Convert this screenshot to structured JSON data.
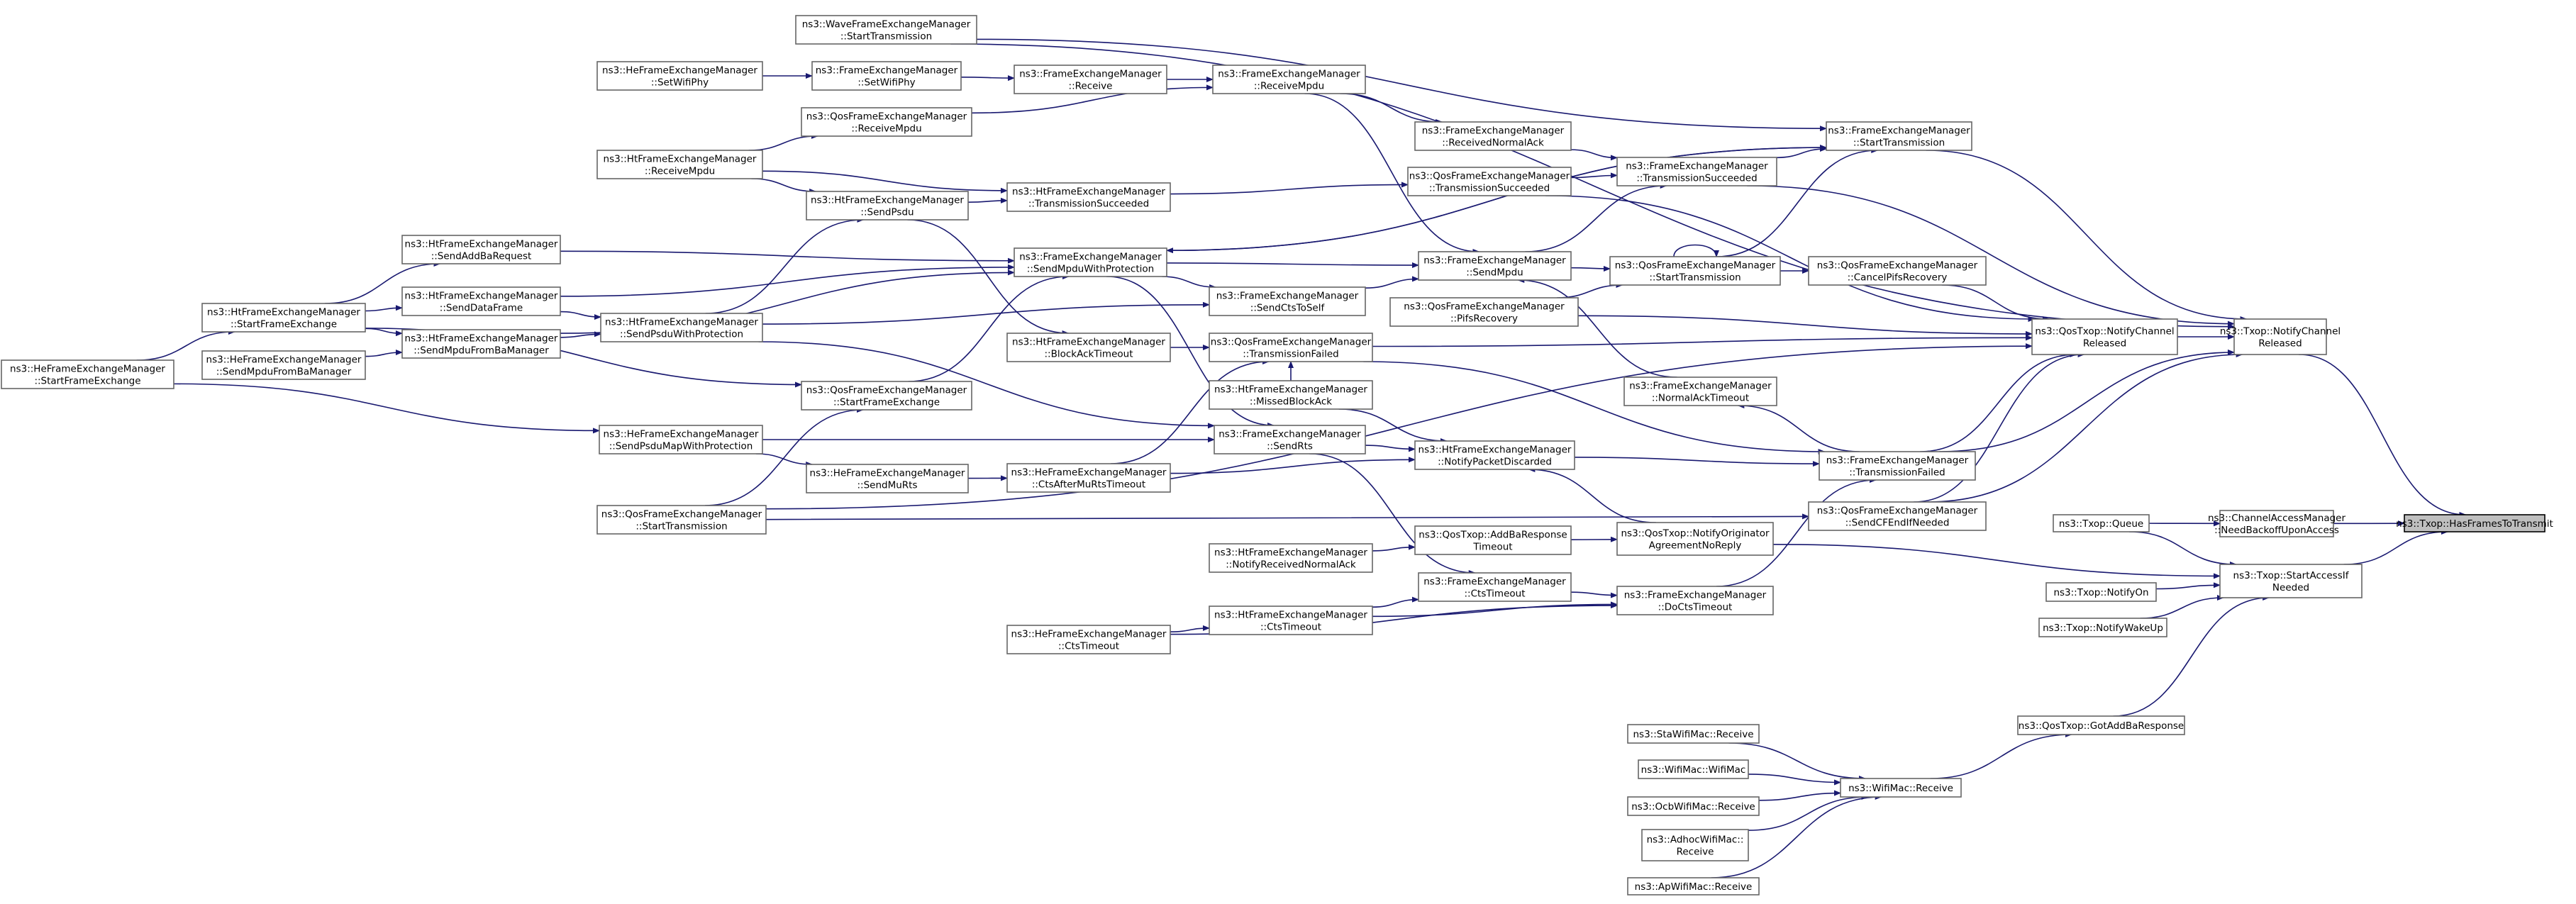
{
  "graph": {
    "title": "",
    "colors": {
      "edge": "#191970",
      "node_border": "#666666",
      "highlight_fill": "#bfbfbf"
    },
    "nodes": [
      {
        "id": "hasFrames",
        "lines": [
          "ns3::Txop::HasFramesToTransmit"
        ],
        "highlight": true
      },
      {
        "id": "notifyChanTxop",
        "lines": [
          "ns3::Txop::NotifyChannel",
          "Released"
        ]
      },
      {
        "id": "camNeedBackoff",
        "lines": [
          "ns3::ChannelAccessManager",
          "::NeedBackoffUponAccess"
        ]
      },
      {
        "id": "startAccess",
        "lines": [
          "ns3::Txop::StartAccessIf",
          "Needed"
        ]
      },
      {
        "id": "qosNotifyChan",
        "lines": [
          "ns3::QosTxop::NotifyChannel",
          "Released"
        ]
      },
      {
        "id": "txopQueue",
        "lines": [
          "ns3::Txop::Queue"
        ]
      },
      {
        "id": "txopNotifyOn",
        "lines": [
          "ns3::Txop::NotifyOn"
        ]
      },
      {
        "id": "txopNotifyWake",
        "lines": [
          "ns3::Txop::NotifyWakeUp"
        ]
      },
      {
        "id": "gotAddBa",
        "lines": [
          "ns3::QosTxop::GotAddBaResponse"
        ]
      },
      {
        "id": "wifiMacRecv",
        "lines": [
          "ns3::WifiMac::Receive"
        ]
      },
      {
        "id": "staRecv",
        "lines": [
          "ns3::StaWifiMac::Receive"
        ]
      },
      {
        "id": "wifiMacCtor",
        "lines": [
          "ns3::WifiMac::WifiMac"
        ]
      },
      {
        "id": "ocbRecv",
        "lines": [
          "ns3::OcbWifiMac::Receive"
        ]
      },
      {
        "id": "adhocRecv",
        "lines": [
          "ns3::AdhocWifiMac::",
          "Receive"
        ]
      },
      {
        "id": "apRecv",
        "lines": [
          "ns3::ApWifiMac::Receive"
        ]
      },
      {
        "id": "waveStartTx",
        "lines": [
          "ns3::WaveFrameExchangeManager",
          "::StartTransmission"
        ]
      },
      {
        "id": "femStartTx",
        "lines": [
          "ns3::FrameExchangeManager",
          "::StartTransmission"
        ]
      },
      {
        "id": "femRecvMpdu",
        "lines": [
          "ns3::FrameExchangeManager",
          "::ReceiveMpdu"
        ]
      },
      {
        "id": "femRecvNormalAck",
        "lines": [
          "ns3::FrameExchangeManager",
          "::ReceivedNormalAck"
        ]
      },
      {
        "id": "femTxSucc",
        "lines": [
          "ns3::FrameExchangeManager",
          "::TransmissionSucceeded"
        ]
      },
      {
        "id": "qfemTxSucc",
        "lines": [
          "ns3::QosFrameExchangeManager",
          "::TransmissionSucceeded"
        ]
      },
      {
        "id": "qfemStartTx",
        "lines": [
          "ns3::QosFrameExchangeManager",
          "::StartTransmission"
        ]
      },
      {
        "id": "qfemCancelPifs",
        "lines": [
          "ns3::QosFrameExchangeManager",
          "::CancelPifsRecovery"
        ]
      },
      {
        "id": "femSendMpdu",
        "lines": [
          "ns3::FrameExchangeManager",
          "::SendMpdu"
        ]
      },
      {
        "id": "qfemPifs",
        "lines": [
          "ns3::QosFrameExchangeManager",
          "::PifsRecovery"
        ]
      },
      {
        "id": "femNormalAckTo",
        "lines": [
          "ns3::FrameExchangeManager",
          "::NormalAckTimeout"
        ]
      },
      {
        "id": "femTxFailed",
        "lines": [
          "ns3::FrameExchangeManager",
          "::TransmissionFailed"
        ]
      },
      {
        "id": "qfemSendCfEnd",
        "lines": [
          "ns3::QosFrameExchangeManager",
          "::SendCFEndIfNeeded"
        ]
      },
      {
        "id": "qosNotifyOrig",
        "lines": [
          "ns3::QosTxop::NotifyOriginator",
          "AgreementNoReply"
        ]
      },
      {
        "id": "femDoCtsTo",
        "lines": [
          "ns3::FrameExchangeManager",
          "::DoCtsTimeout"
        ]
      },
      {
        "id": "qosAddBaTo",
        "lines": [
          "ns3::QosTxop::AddBaResponse",
          "Timeout"
        ]
      },
      {
        "id": "femCtsTo",
        "lines": [
          "ns3::FrameExchangeManager",
          "::CtsTimeout"
        ]
      },
      {
        "id": "htNotifyRecvNormalAck",
        "lines": [
          "ns3::HtFrameExchangeManager",
          "::NotifyReceivedNormalAck"
        ]
      },
      {
        "id": "htNotifyPktDisc",
        "lines": [
          "ns3::HtFrameExchangeManager",
          "::NotifyPacketDiscarded"
        ]
      },
      {
        "id": "htCtsTo",
        "lines": [
          "ns3::HtFrameExchangeManager",
          "::CtsTimeout"
        ]
      },
      {
        "id": "heCtsTo",
        "lines": [
          "ns3::HeFrameExchangeManager",
          "::CtsTimeout"
        ]
      },
      {
        "id": "qfemTxFailed",
        "lines": [
          "ns3::QosFrameExchangeManager",
          "::TransmissionFailed"
        ]
      },
      {
        "id": "htMissedBlockAck",
        "lines": [
          "ns3::HtFrameExchangeManager",
          "::MissedBlockAck"
        ]
      },
      {
        "id": "femSendRts",
        "lines": [
          "ns3::FrameExchangeManager",
          "::SendRts"
        ]
      },
      {
        "id": "heCtsAfterMuRts",
        "lines": [
          "ns3::HeFrameExchangeManager",
          "::CtsAfterMuRtsTimeout"
        ]
      },
      {
        "id": "femSendCtsToSelf",
        "lines": [
          "ns3::FrameExchangeManager",
          "::SendCtsToSelf"
        ]
      },
      {
        "id": "femRecv",
        "lines": [
          "ns3::FrameExchangeManager",
          "::Receive"
        ]
      },
      {
        "id": "femSetPhy",
        "lines": [
          "ns3::FrameExchangeManager",
          "::SetWifiPhy"
        ]
      },
      {
        "id": "heSetPhy",
        "lines": [
          "ns3::HeFrameExchangeManager",
          "::SetWifiPhy"
        ]
      },
      {
        "id": "qfemRecvMpdu",
        "lines": [
          "ns3::QosFrameExchangeManager",
          "::ReceiveMpdu"
        ]
      },
      {
        "id": "htRecvMpdu",
        "lines": [
          "ns3::HtFrameExchangeManager",
          "::ReceiveMpdu"
        ]
      },
      {
        "id": "htTxSucc",
        "lines": [
          "ns3::HtFrameExchangeManager",
          "::TransmissionSucceeded"
        ]
      },
      {
        "id": "htSendPsdu",
        "lines": [
          "ns3::HtFrameExchangeManager",
          "::SendPsdu"
        ]
      },
      {
        "id": "femSendMpduWP",
        "lines": [
          "ns3::FrameExchangeManager",
          "::SendMpduWithProtection"
        ]
      },
      {
        "id": "htBlockAckTo",
        "lines": [
          "ns3::HtFrameExchangeManager",
          "::BlockAckTimeout"
        ]
      },
      {
        "id": "htSendAddBa",
        "lines": [
          "ns3::HtFrameExchangeManager",
          "::SendAddBaRequest"
        ]
      },
      {
        "id": "htSendDataFrame",
        "lines": [
          "ns3::HtFrameExchangeManager",
          "::SendDataFrame"
        ]
      },
      {
        "id": "htSendMpduBa",
        "lines": [
          "ns3::HtFrameExchangeManager",
          "::SendMpduFromBaManager"
        ]
      },
      {
        "id": "htStartFE",
        "lines": [
          "ns3::HtFrameExchangeManager",
          "::StartFrameExchange"
        ]
      },
      {
        "id": "heSendMpduBa",
        "lines": [
          "ns3::HeFrameExchangeManager",
          "::SendMpduFromBaManager"
        ]
      },
      {
        "id": "heStartFE",
        "lines": [
          "ns3::HeFrameExchangeManager",
          "::StartFrameExchange"
        ]
      },
      {
        "id": "htSendPsduWP",
        "lines": [
          "ns3::HtFrameExchangeManager",
          "::SendPsduWithProtection"
        ]
      },
      {
        "id": "qfemStartFE",
        "lines": [
          "ns3::QosFrameExchangeManager",
          "::StartFrameExchange"
        ]
      },
      {
        "id": "heSendPsduMap",
        "lines": [
          "ns3::HeFrameExchangeManager",
          "::SendPsduMapWithProtection"
        ]
      },
      {
        "id": "heSendMuRts",
        "lines": [
          "ns3::HeFrameExchangeManager",
          "::SendMuRts"
        ]
      },
      {
        "id": "qfemStartTxLeft",
        "lines": [
          "ns3::QosFrameExchangeManager",
          "::StartTransmission"
        ]
      }
    ]
  }
}
